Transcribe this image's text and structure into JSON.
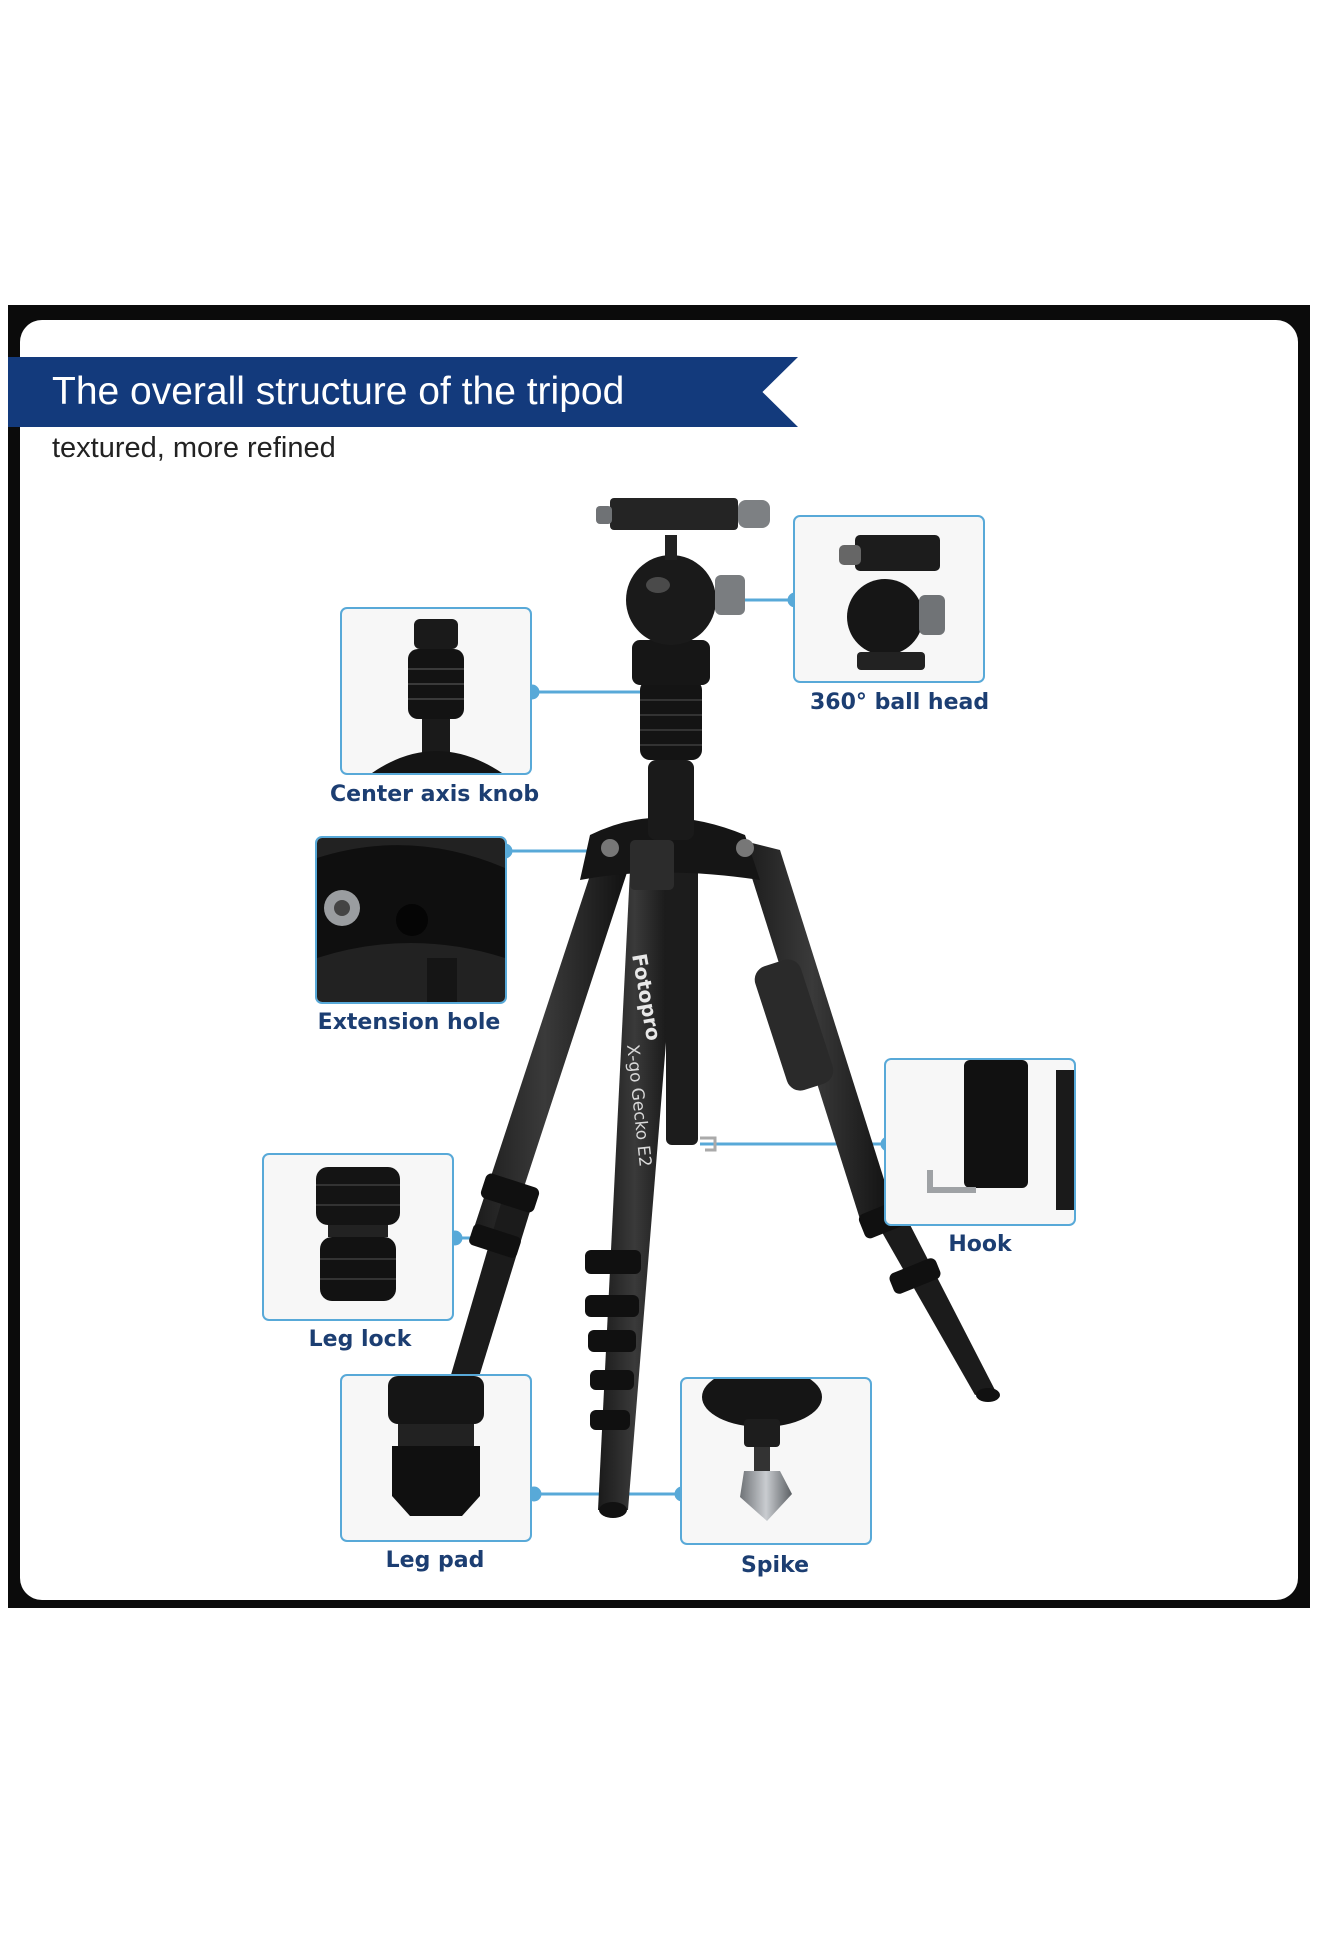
{
  "header": {
    "title": "The overall structure of the tripod",
    "subtitle": "textured, more refined"
  },
  "labels": {
    "ball_head": "360° ball head",
    "center_axis_knob": "Center axis knob",
    "extension_hole": "Extension hole",
    "hook": "Hook",
    "leg_lock": "Leg lock",
    "leg_pad": "Leg pad",
    "spike": "Spike"
  },
  "product_text": {
    "brand": "Fotopro",
    "model": "X-go Gecko E2"
  },
  "colors": {
    "banner": "#133a7c",
    "callout_border": "#58a9d8",
    "label_text": "#1c3e72"
  }
}
